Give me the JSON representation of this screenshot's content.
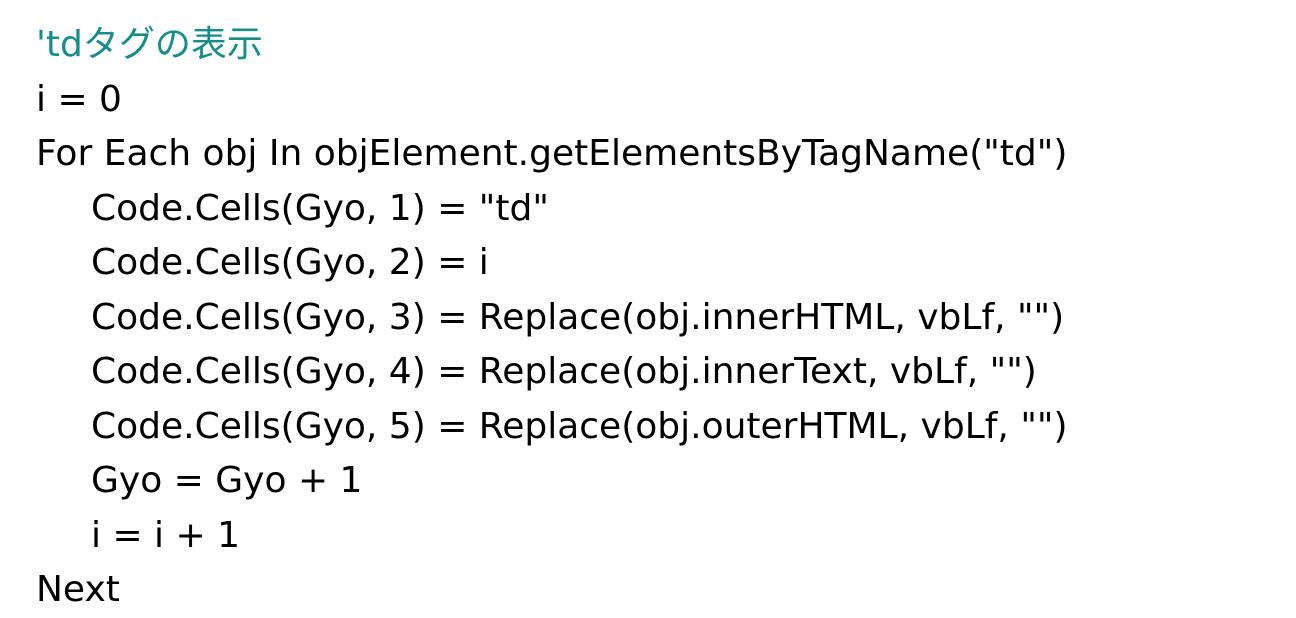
{
  "code": {
    "comment_color": "#178d8a",
    "text_color": "#000000",
    "lines": [
      "'tdタグの表示",
      "i = 0",
      "For Each obj In objElement.getElementsByTagName(\"td\")",
      "Code.Cells(Gyo, 1) = \"td\"",
      "Code.Cells(Gyo, 2) = i",
      "Code.Cells(Gyo, 3) = Replace(obj.innerHTML, vbLf, \"\")",
      "Code.Cells(Gyo, 4) = Replace(obj.innerText, vbLf, \"\")",
      "Code.Cells(Gyo, 5) = Replace(obj.outerHTML, vbLf, \"\")",
      "Gyo = Gyo + 1",
      "i = i + 1",
      "Next"
    ]
  }
}
